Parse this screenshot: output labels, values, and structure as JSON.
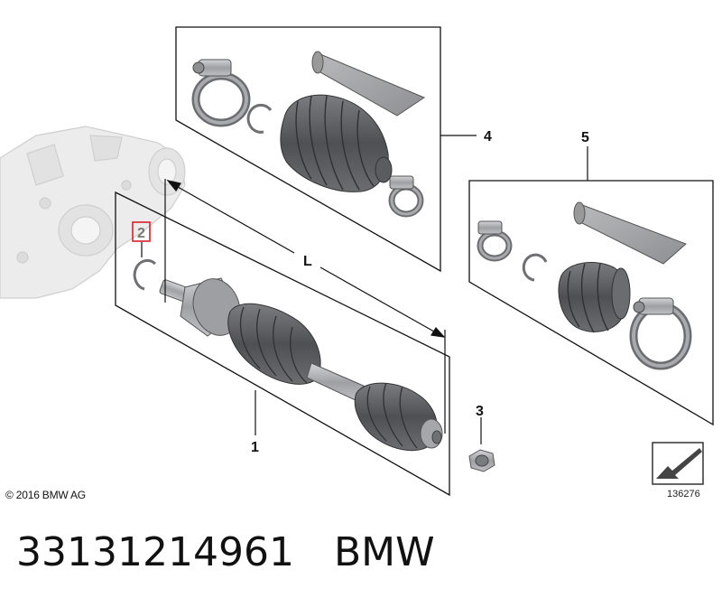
{
  "callouts": {
    "shaft": "1",
    "circlip": "2",
    "nut": "3",
    "outer_boot_kit": "4",
    "inner_boot_kit": "5",
    "length": "L"
  },
  "copyright": "© 2016 BMW AG",
  "diagram_number": "136276",
  "caption": {
    "part_number": "33131214961",
    "brand": "BMW"
  },
  "colors": {
    "highlight": "#d8202a",
    "part_dark": "#6a6c70",
    "part_mid": "#9a9ca0",
    "part_light": "#c4c5c8",
    "ghost": "#e6e6e6",
    "line": "#111111"
  }
}
